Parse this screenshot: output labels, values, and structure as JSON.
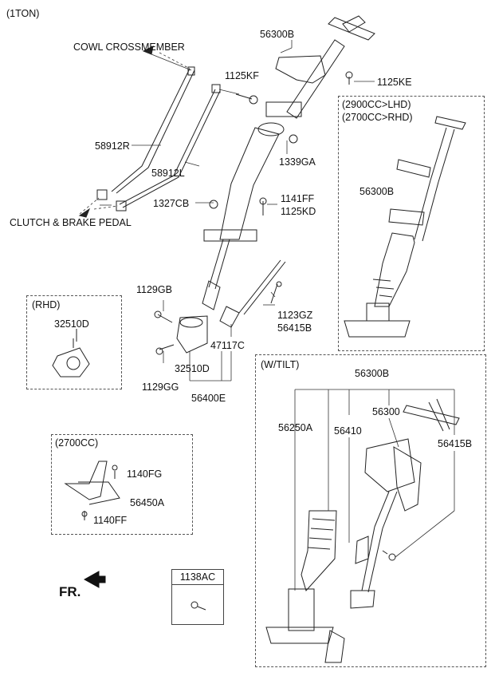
{
  "variant": "(1TON)",
  "cowl_crossmember": "COWL CROSSMEMBER",
  "clutch_brake_pedal": "CLUTCH & BRAKE  PEDAL",
  "parts": {
    "p56300B_top": "56300B",
    "p1125KF": "1125KF",
    "p1125KE": "1125KE",
    "p58912R": "58912R",
    "p58912L": "58912L",
    "p1339GA": "1339GA",
    "p1327CB": "1327CB",
    "p1141FF": "1141FF",
    "p1125KD": "1125KD",
    "p1129GB": "1129GB",
    "p1123GZ": "1123GZ",
    "p56415B_top": "56415B",
    "p47117C": "47117C",
    "p32510D_main": "32510D",
    "p1129GG": "1129GG",
    "p56400E": "56400E"
  },
  "rhd_box": {
    "title": "(RHD)",
    "part": "32510D"
  },
  "lhd_box": {
    "line1": "(2900CC>LHD)",
    "line2": "(2700CC>RHD)",
    "part": "56300B"
  },
  "cc2700_box": {
    "title": "(2700CC)",
    "p1140FG": "1140FG",
    "p56450A": "56450A",
    "p1140FF": "1140FF"
  },
  "tilt_box": {
    "title": "(W/TILT)",
    "p56300B": "56300B",
    "p56250A": "56250A",
    "p56410": "56410",
    "p56300": "56300",
    "p56415B": "56415B"
  },
  "legend_box": {
    "part": "1138AC"
  },
  "fr_label": "FR."
}
